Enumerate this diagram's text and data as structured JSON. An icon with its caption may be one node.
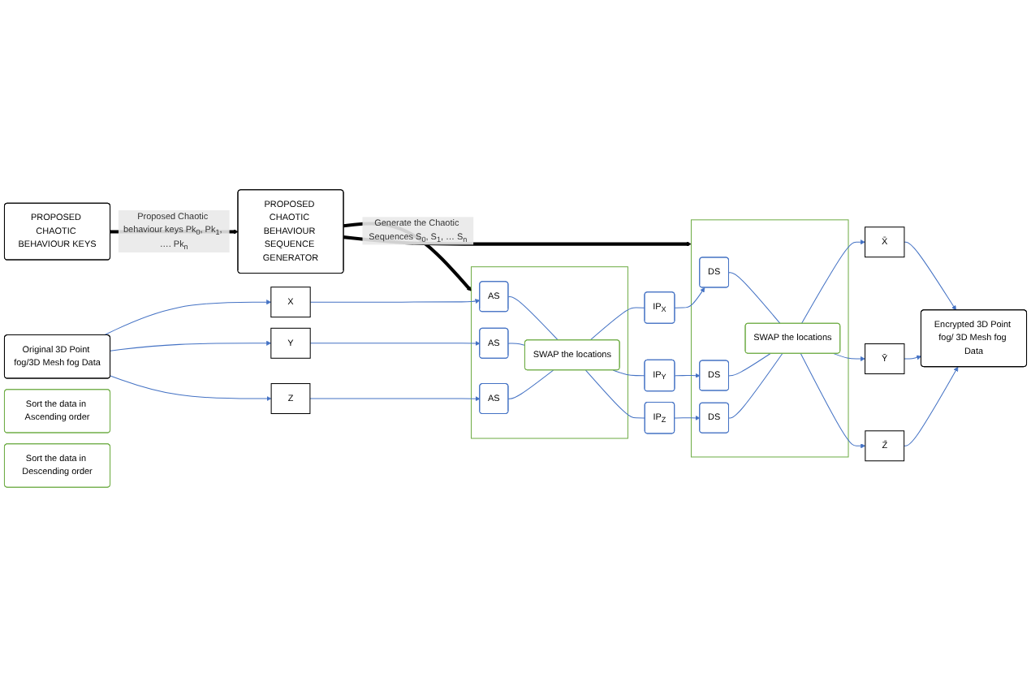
{
  "diagram": {
    "nodes": [
      {
        "text": [
          "PROPOSED CHAOTIC BEHAVIOUR KEYS"
        ]
      },
      {
        "text": [
          "PROPOSED CHAOTIC BEHAVIOUR SEQUENCE GENERATOR"
        ]
      },
      {
        "text": [
          "Original 3D Point fog/3D Mesh fog Data"
        ]
      },
      {
        "text": [
          "X"
        ]
      },
      {
        "text": [
          "Y"
        ]
      },
      {
        "text": [
          "Z"
        ]
      },
      {
        "text": [],
        "shape": "box"
      },
      {
        "text": [
          "AS"
        ],
        "in": 6
      },
      {
        "text": [
          "AS"
        ],
        "in": 6
      },
      {
        "text": [
          "AS"
        ],
        "in": 6
      },
      {
        "text": [
          "SWAP the locations"
        ],
        "in": 6
      },
      {
        "text": [
          "Sort the data in Ascending order"
        ]
      },
      {
        "text": [
          "IP$_{X}$"
        ]
      },
      {
        "text": [
          "IP$_{Y}$"
        ]
      },
      {
        "text": [
          "IP$_{Z}$"
        ]
      },
      {
        "text": [],
        "shape": "box"
      },
      {
        "text": [
          "DS"
        ],
        "in": 15
      },
      {
        "text": [
          "DS"
        ],
        "in": 15
      },
      {
        "text": [
          "DS"
        ],
        "in": 15
      },
      {
        "text": [
          "SWAP the locations"
        ],
        "in": 15
      },
      {
        "text": [
          "Sort the data in Descending order"
        ]
      },
      {
        "text": [
          "X̄"
        ]
      },
      {
        "text": [
          "Ȳ"
        ]
      },
      {
        "text": [
          "Z̄"
        ]
      },
      {
        "text": [
          "Encrypted 3D Point fog/ 3D Mesh fog Data"
        ]
      }
    ],
    "edges": [
      {
        "from": 0,
        "to": 1,
        "arrow": "to",
        "style": "thick",
        "color": "#000000",
        "label": "Proposed Chaotic behaviour keys Pk$_{0}$, Pk$_{1}$, …. Pk$_{n}$"
      },
      {
        "from": 1,
        "to": 6,
        "arrow": "to",
        "style": "thick",
        "color": "#000000",
        "label": "Generate the Chaotic Sequences S$_{0}$, S$_{1}$, … S$_{n}$"
      },
      {
        "from": 1,
        "to": 15,
        "arrow": "to",
        "style": "thick",
        "color": "#000000"
      },
      {
        "from": 2,
        "to": 3,
        "arrow": "to"
      },
      {
        "from": 2,
        "to": 4,
        "arrow": "to"
      },
      {
        "from": 2,
        "to": 5,
        "arrow": "to"
      },
      {
        "from": 3,
        "to": 7,
        "arrow": "to"
      },
      {
        "from": 4,
        "to": 8,
        "arrow": "to"
      },
      {
        "from": 5,
        "to": 9,
        "arrow": "to"
      },
      {
        "from": 7,
        "to": 10,
        "arrow": "none"
      },
      {
        "from": 8,
        "to": 10,
        "arrow": "none"
      },
      {
        "from": 9,
        "to": 10,
        "arrow": "none"
      },
      {
        "from": 10,
        "to": 12,
        "arrow": "none"
      },
      {
        "from": 10,
        "to": 13,
        "arrow": "none"
      },
      {
        "from": 10,
        "to": 14,
        "arrow": "none"
      },
      {
        "from": 12,
        "to": 16,
        "arrow": "to"
      },
      {
        "from": 13,
        "to": 17,
        "arrow": "to"
      },
      {
        "from": 14,
        "to": 18,
        "arrow": "to"
      },
      {
        "from": 16,
        "to": 19,
        "arrow": "none"
      },
      {
        "from": 17,
        "to": 19,
        "arrow": "none"
      },
      {
        "from": 18,
        "to": 19,
        "arrow": "none"
      },
      {
        "from": 19,
        "to": 21,
        "arrow": "to"
      },
      {
        "from": 19,
        "to": 22,
        "arrow": "to"
      },
      {
        "from": 19,
        "to": 23,
        "arrow": "to"
      },
      {
        "from": 21,
        "to": 24,
        "arrow": "to"
      },
      {
        "from": 22,
        "to": 24,
        "arrow": "to"
      },
      {
        "from": 23,
        "to": 24,
        "arrow": "to"
      }
    ]
  }
}
